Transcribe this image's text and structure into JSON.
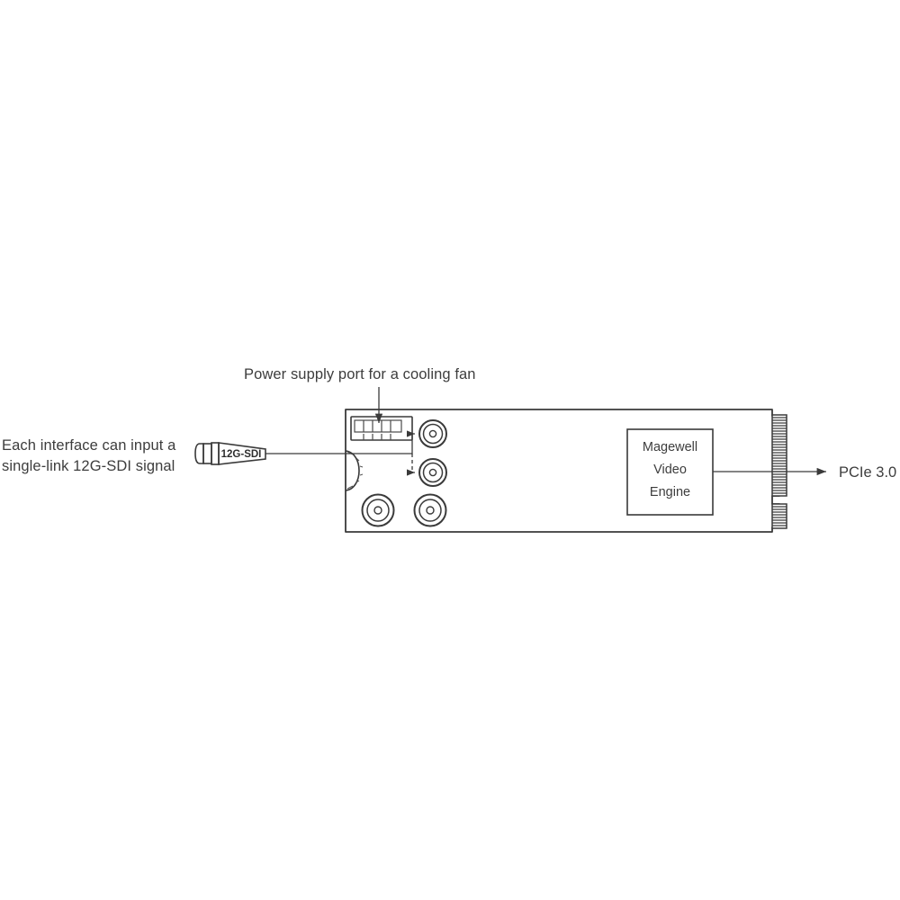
{
  "diagram": {
    "title": "Magewell Eco Capture Dual SDI 4K M.2 card annotated diagram",
    "background_color": "#ffffff",
    "line_color": "#3a3a3a",
    "text_color": "#3d3d3d"
  },
  "annotations": {
    "fan_port": {
      "label": "Power supply port for a cooling fan",
      "leader": "vertical-arrow-down"
    },
    "sdi_input": {
      "line1": "Each interface can input a",
      "line2": "single-link 12G-SDI signal",
      "connector_label": "12G-SDI",
      "leader": "horizontal-line-right"
    },
    "pcie": {
      "label": "PCIe 3.0",
      "leader": "horizontal-arrow-right"
    }
  },
  "board": {
    "chip": {
      "line1": "Magewell",
      "line2": "Video",
      "line3": "Engine"
    },
    "fan_header": {
      "name": "fan-power-header",
      "pin_count": 4
    },
    "bnc_connectors": [
      {
        "name": "bnc-connector-1",
        "position": "upper-right"
      },
      {
        "name": "bnc-connector-2",
        "position": "middle-right"
      },
      {
        "name": "bnc-connector-3",
        "position": "lower-left"
      },
      {
        "name": "bnc-connector-4",
        "position": "lower-right"
      }
    ],
    "edge_connector": {
      "name": "pcie-gold-fingers",
      "upper_segment_contacts": 34,
      "lower_segment_contacts": 8
    },
    "mounting_notch": {
      "name": "semicircular-mounting-notch"
    }
  }
}
